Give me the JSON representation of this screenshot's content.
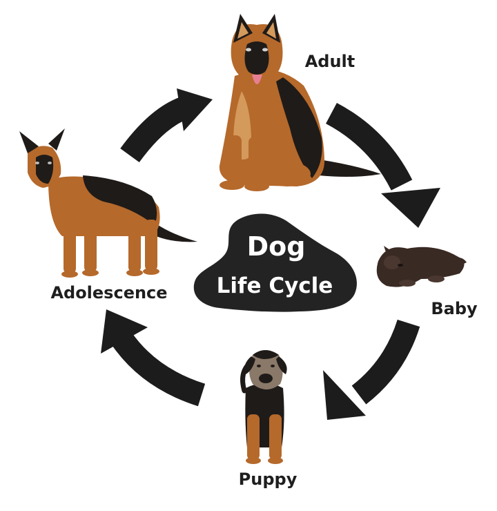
{
  "title": {
    "line1": "Dog",
    "line2": "Life Cycle"
  },
  "stages": [
    {
      "id": "adult",
      "label": "Adult"
    },
    {
      "id": "baby",
      "label": "Baby"
    },
    {
      "id": "puppy",
      "label": "Puppy"
    },
    {
      "id": "adolescence",
      "label": "Adolescence"
    }
  ],
  "colors": {
    "arrow": "#1c1c1c",
    "fur_tan": "#b5692b",
    "fur_light": "#d49a5c",
    "fur_dark": "#1f1b19",
    "baby_fur": "#3a2a24",
    "blob": "#232323"
  }
}
